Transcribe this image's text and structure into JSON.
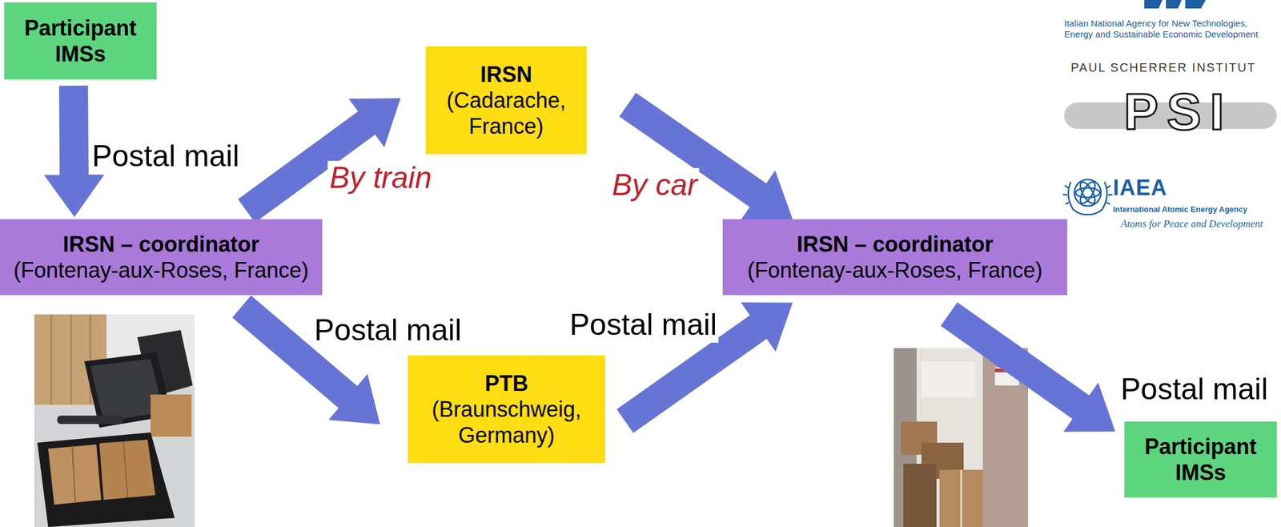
{
  "diagram": {
    "nodes": [
      {
        "text": [
          "Participant IMSs"
        ]
      },
      {
        "text": [
          "IRSN – coordinator",
          "(Fontenay-aux-Roses, France)"
        ]
      },
      {
        "text": [
          "IRSN",
          "(Cadarache, France)"
        ]
      },
      {
        "text": [
          "PTB",
          "(Braunschweig, Germany)"
        ]
      },
      {
        "text": [
          "IRSN – coordinator",
          "(Fontenay-aux-Roses, France)"
        ]
      },
      {
        "text": [
          "Participant IMSs"
        ]
      }
    ],
    "edges": [
      {
        "from": 0,
        "to": 1,
        "label": "Postal mail",
        "arrow": "to"
      },
      {
        "from": 1,
        "to": 2,
        "label": "By train",
        "arrow": "to"
      },
      {
        "from": 1,
        "to": 3,
        "label": "Postal mail",
        "arrow": "to"
      },
      {
        "from": 2,
        "to": 4,
        "label": "By car",
        "arrow": "to"
      },
      {
        "from": 3,
        "to": 4,
        "label": "Postal mail",
        "arrow": "to"
      },
      {
        "from": 4,
        "to": 5,
        "label": "Postal mail",
        "arrow": "to"
      }
    ],
    "labels": [
      "Italian National Agency for New Technologies, Energy and Sustainable Economic Development",
      "PAUL SCHERRER INSTITUT",
      "PSI",
      "IAEA",
      "International Atomic Energy Agency",
      "Atoms for Peace and Development"
    ]
  }
}
